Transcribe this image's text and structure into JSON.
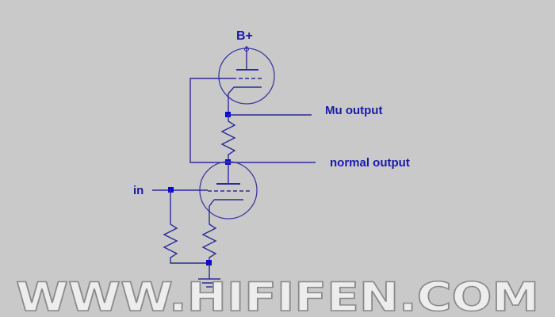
{
  "labels": {
    "supply": "B+",
    "mu_output": "Mu output",
    "normal_output": "normal output",
    "input": "in"
  },
  "watermark": {
    "text": "WWW.HIFIFEN.COM",
    "fill_color": "#ededed",
    "outline_color": "#8a8a8a"
  },
  "colors": {
    "background": "#c9c9c9",
    "wire": "#2b2b9a",
    "node_dot": "#0a0ad0",
    "label_text": "#1a1aa8"
  },
  "icons": {
    "upper_tube": "triode-icon",
    "lower_tube": "triode-icon",
    "resistors": "resistor-icon",
    "ground": "ground-icon"
  }
}
